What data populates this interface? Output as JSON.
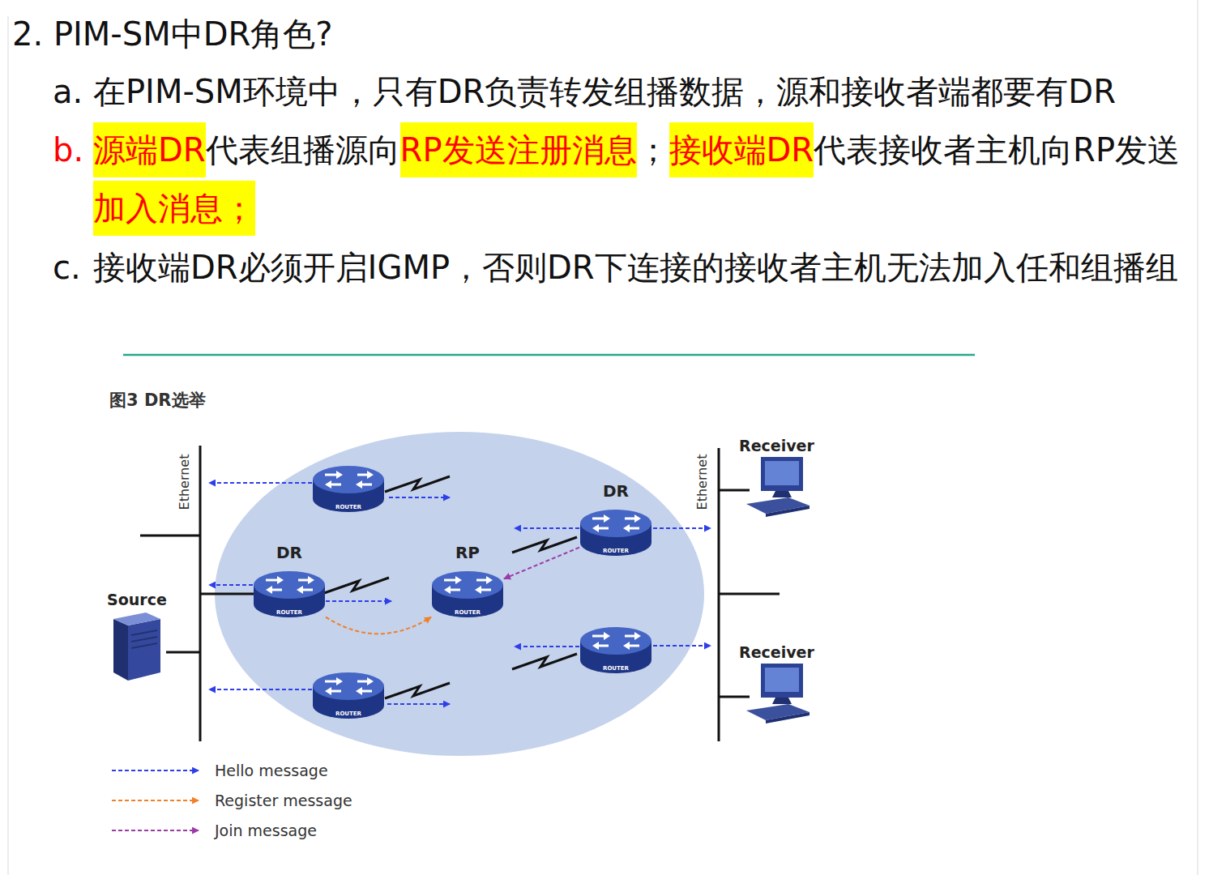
{
  "diagram": {
    "title": "2. PIM-SM中DR角色?",
    "caption": "图3 DR选举",
    "nodes": [
      {
        "text": [
          "ROUTER"
        ]
      },
      {
        "text": [
          "DR",
          "ROUTER"
        ]
      },
      {
        "text": [
          "RP",
          "ROUTER"
        ]
      },
      {
        "text": [
          "DR",
          "ROUTER"
        ]
      },
      {
        "text": [
          "ROUTER"
        ]
      },
      {
        "text": [
          "ROUTER"
        ]
      },
      {
        "text": [
          "Source"
        ]
      },
      {
        "text": [
          "Receiver"
        ]
      },
      {
        "text": [
          "Receiver"
        ]
      }
    ],
    "edges": [
      {
        "from": 1,
        "to": 2,
        "arrow": "to"
      },
      {
        "from": 3,
        "to": 2,
        "arrow": "to"
      }
    ],
    "labels": [
      "a.",
      "在PIM-SM环境中，只有DR负责转发组播数据，源和接收者端都要有DR",
      "b.",
      "源端DR",
      "代表组播源向",
      "RP发送注册消息",
      "；",
      "接收端DR",
      "代表接收者主机向RP发送",
      "加入消息；",
      "c.",
      "接收端DR必须开启IGMP，否则DR下连接的接收者主机无法加入任和组播组",
      "Ethernet",
      "Ethernet"
    ],
    "legend": [
      {
        "text": "Hello message"
      },
      {
        "text": "Register message"
      },
      {
        "text": "Join message"
      }
    ]
  }
}
